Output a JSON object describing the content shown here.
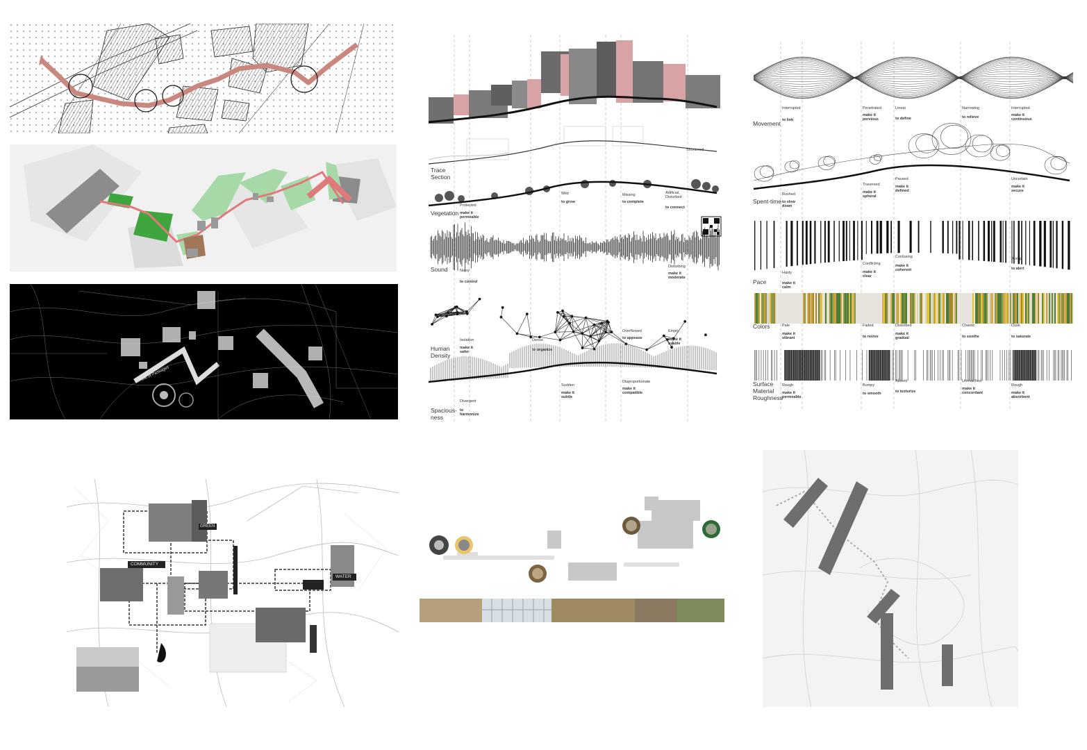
{
  "map_labels": {
    "community": "COMMUNITY",
    "green": "GREEN",
    "water": "WATER"
  },
  "dark_plan_labels": {
    "flow_of_passages": "Flow of Passages"
  },
  "section_rows": {
    "trace": {
      "title": "Trace\nSection",
      "title_a": "Trace",
      "title_b": "Section",
      "notes": [
        "Shortened"
      ]
    },
    "vegetation": {
      "title": "Vegetation",
      "notes": [
        "Protected",
        "make it\npermeable",
        "Wild",
        "to grow",
        "Missing",
        "to complete",
        "Artificial,\nDisturbed",
        "to connect"
      ]
    },
    "sound": {
      "title": "Sound",
      "notes": [
        "Noisy",
        "to control",
        "Disturbing",
        "make it\nmoderate"
      ]
    },
    "human_density": {
      "title": "Human\nDensity",
      "title_a": "Human",
      "title_b": "Density",
      "notes": [
        "Isolation",
        "make it\nsafer",
        "Dense",
        "to organize",
        "Overflowed",
        "to appease",
        "Empty",
        "make it\nusable"
      ]
    },
    "spaciousness": {
      "title": "Spacious-\nness",
      "title_a": "Spacious-",
      "title_b": "ness",
      "notes": [
        "Divergent",
        "to\nharmonize",
        "Sudden",
        "make it\nsubtle",
        "Disproportionate",
        "make it\ncompatible"
      ]
    }
  },
  "right_rows": {
    "movement": {
      "title": "Movement",
      "notes": [
        "Interrupted",
        "to link",
        "Penetrated",
        "make it\npervious",
        "Linear",
        "to define",
        "Narrowing",
        "to relieve",
        "Interrupted",
        "make it\ncontinuous"
      ]
    },
    "spent_time": {
      "title": "Spent-time",
      "notes": [
        "Rushed",
        "to slow\ndown",
        "Traversed",
        "make it\nspheral",
        "Paused",
        "make it\ndefined",
        "Uncertain",
        "make it\nsecure"
      ]
    },
    "pace": {
      "title": "Pace",
      "notes": [
        "Hasty",
        "make it\ncalm",
        "Conflicting",
        "make it\nclear",
        "Confusing",
        "make it\ncoherent",
        "Abrupt",
        "to alert"
      ]
    },
    "colors": {
      "title": "Colors",
      "notes": [
        "Pale",
        "make it\nvibrant",
        "Faded",
        "to revive",
        "Disturbed",
        "make it\ngradual",
        "Chaotic",
        "to soothe",
        "Dusk",
        "to saturate"
      ]
    },
    "surface": {
      "title": "Surface\nMaterial\nRoughness",
      "title_a": "Surface",
      "title_b": "Material",
      "title_c": "Roughness",
      "notes": [
        "Rough",
        "make it\npermeable",
        "Bumpy",
        "to smooth",
        "Absent",
        "to texturize",
        "Unmatched",
        "make it\nconcordant",
        "Rough",
        "make it\nabsorbent"
      ]
    }
  },
  "colors": {
    "route_red": "#c98780",
    "green_patch": "#3fa63f",
    "light_green": "#a7d8a7",
    "dark_bg": "#000000",
    "grey_block": "#8c8c8c",
    "pink_photo": "#d7a3a5",
    "coin_yellow": "#e8c46a",
    "coin_green": "#2c6b3a"
  }
}
